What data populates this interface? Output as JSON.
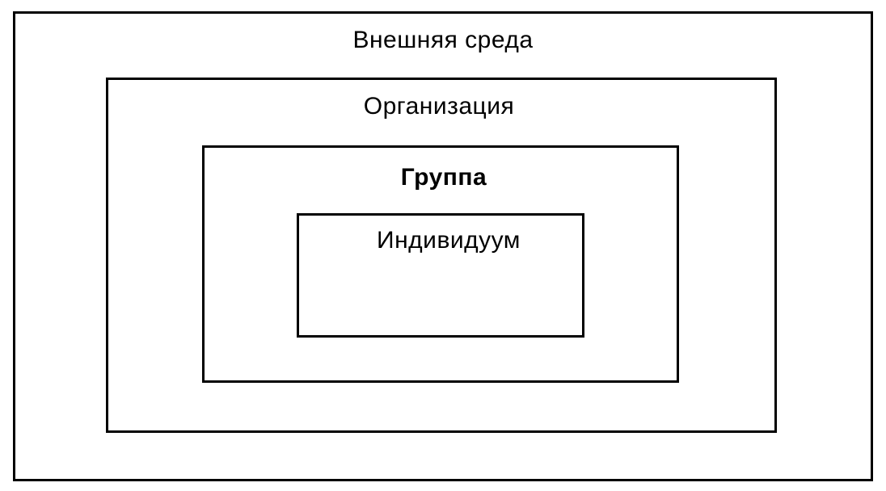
{
  "diagram": {
    "levels": [
      {
        "id": "environment",
        "label": "Внешняя среда"
      },
      {
        "id": "organization",
        "label": "Организация"
      },
      {
        "id": "group",
        "label": "Группа"
      },
      {
        "id": "individual",
        "label": "Индивидуум"
      }
    ]
  }
}
